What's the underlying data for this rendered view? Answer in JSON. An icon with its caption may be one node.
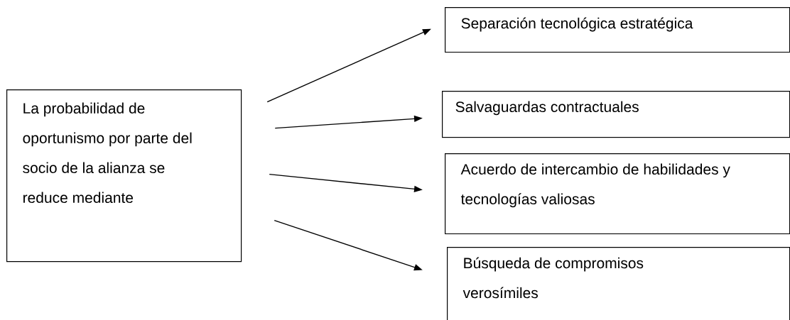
{
  "diagram": {
    "nodes": [
      {
        "text": [
          "La probabilidad de oportunismo por parte del socio de la alianza se reduce mediante"
        ]
      },
      {
        "text": [
          "Separación tecnológica estratégica"
        ]
      },
      {
        "text": [
          "Salvaguardas contractuales"
        ]
      },
      {
        "text": [
          "Acuerdo de intercambio de habilidades y tecnologías valiosas"
        ]
      },
      {
        "text": [
          "Búsqueda de compromisos verosímiles"
        ]
      }
    ],
    "edges": [
      {
        "from": 0,
        "to": 1,
        "arrow": "to"
      },
      {
        "from": 0,
        "to": 2,
        "arrow": "to"
      },
      {
        "from": 0,
        "to": 3,
        "arrow": "to"
      },
      {
        "from": 0,
        "to": 4,
        "arrow": "to"
      }
    ]
  }
}
